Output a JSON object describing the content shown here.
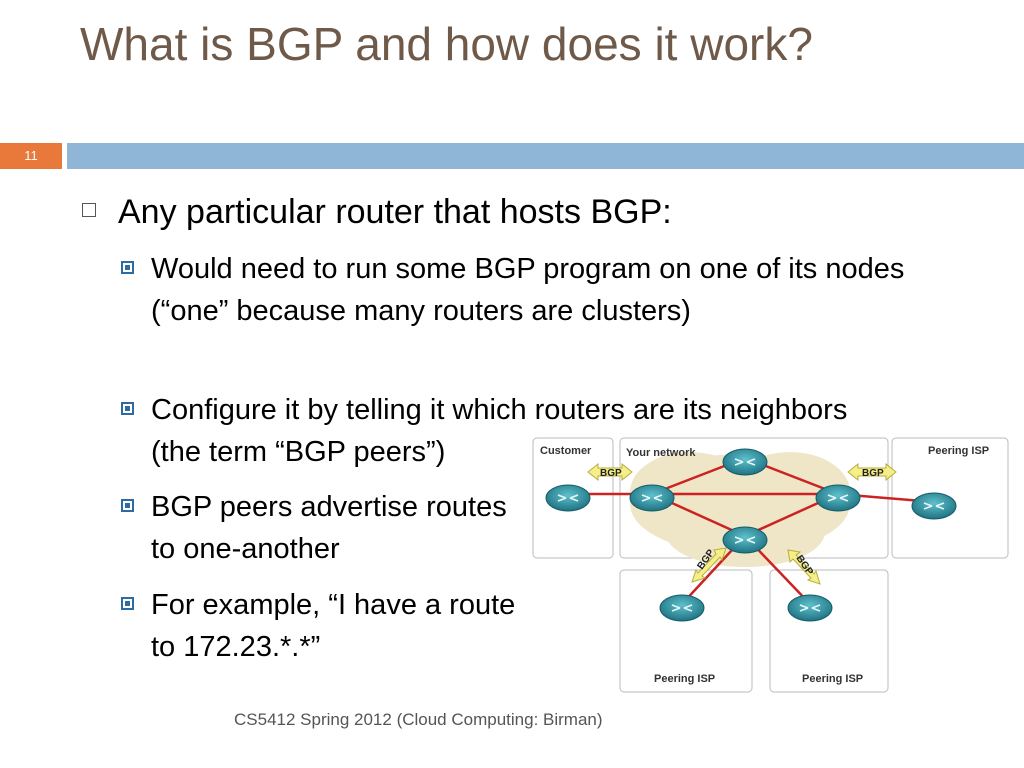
{
  "slide": {
    "title": "What is BGP and how does it work?",
    "number": "11",
    "footer": "CS5412 Spring 2012 (Cloud Computing: Birman)"
  },
  "bullets": {
    "main": "Any particular router that hosts BGP:",
    "sub": [
      "Would need to run some BGP program on one of its nodes (“one” because many routers are clusters)",
      "Configure it by telling it which routers are its neighbors (the term “BGP peers”)",
      "BGP peers advertise routes to one-another",
      "For example, “I have a route to 172.23.*.*”"
    ]
  },
  "diagram": {
    "labels": {
      "customer": "Customer",
      "your_network": "Your network",
      "peering_isp_right": "Peering ISP",
      "peering_isp_bottom_left": "Peering ISP",
      "peering_isp_bottom_right": "Peering ISP",
      "bgp": "BGP"
    },
    "colors": {
      "router": "#2a8a9a",
      "link": "#cc2222",
      "arrow": "#f5ef8a",
      "cloud": "#efe6c8"
    }
  }
}
